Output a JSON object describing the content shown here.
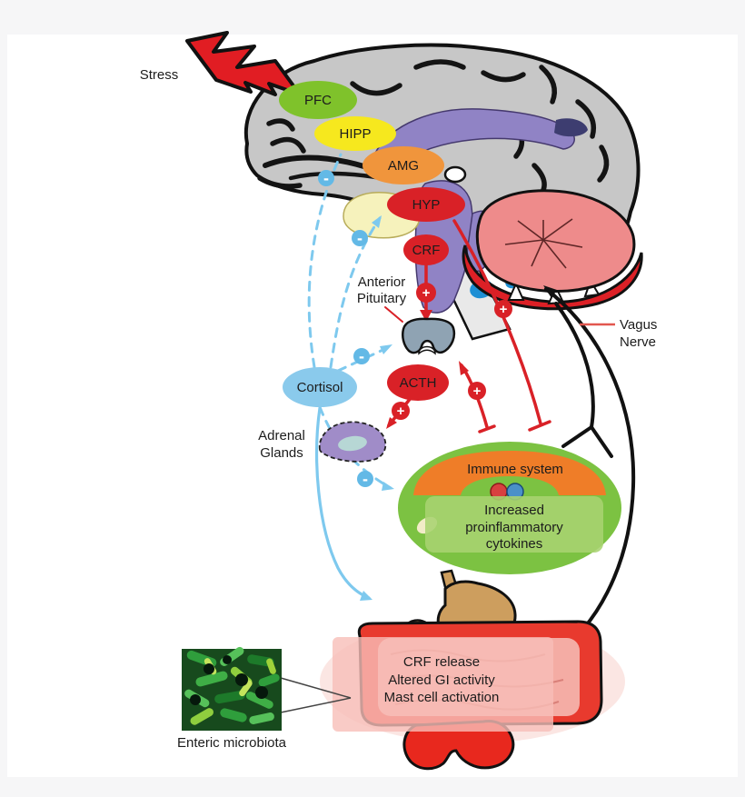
{
  "figure": {
    "description": "Brain-gut axis stress diagram",
    "labels": {
      "stress": "Stress",
      "anterior_pituitary": [
        "Anterior",
        "Pituitary"
      ],
      "adrenal_glands": [
        "Adrenal",
        "Glands"
      ],
      "vagus_nerve": [
        "Vagus",
        "Nerve"
      ],
      "enteric_microbiota": "Enteric microbiota"
    },
    "brain_regions": {
      "pfc": {
        "label": "PFC",
        "color": "#7fc22b"
      },
      "hipp": {
        "label": "HIPP",
        "color": "#f6e81e"
      },
      "amg": {
        "label": "AMG",
        "color": "#f0953c"
      },
      "hyp": {
        "label": "HYP",
        "color": "#d92127"
      },
      "crf": {
        "label": "CRF",
        "color": "#d92127"
      }
    },
    "hormones": {
      "acth": {
        "label": "ACTH",
        "color": "#d92127"
      },
      "cortisol": {
        "label": "Cortisol",
        "color": "#8acaec"
      }
    },
    "immune_system": {
      "title": "Immune system",
      "effects": [
        "Increased",
        "proinflammatory",
        "cytokines"
      ],
      "ellipse_color": "#7cc242",
      "arch_color": "#ef7d28",
      "box_color": "#a8d371"
    },
    "gut_effects": [
      "CRF release",
      "Altered GI activity",
      "Mast cell activation"
    ],
    "signs": {
      "stimulate": "+",
      "inhibit": "-"
    },
    "colors": {
      "excitatory_arrow": "#d92127",
      "inhibitory_arrow": "#7ec9ee",
      "vagus_nerve": "#111111",
      "brain_gray": "#c7c7c7",
      "cerebellum_pink": "#ee8b8b",
      "stomach_tan": "#cd9e5e",
      "intestine_red": "#e83a2e"
    }
  }
}
